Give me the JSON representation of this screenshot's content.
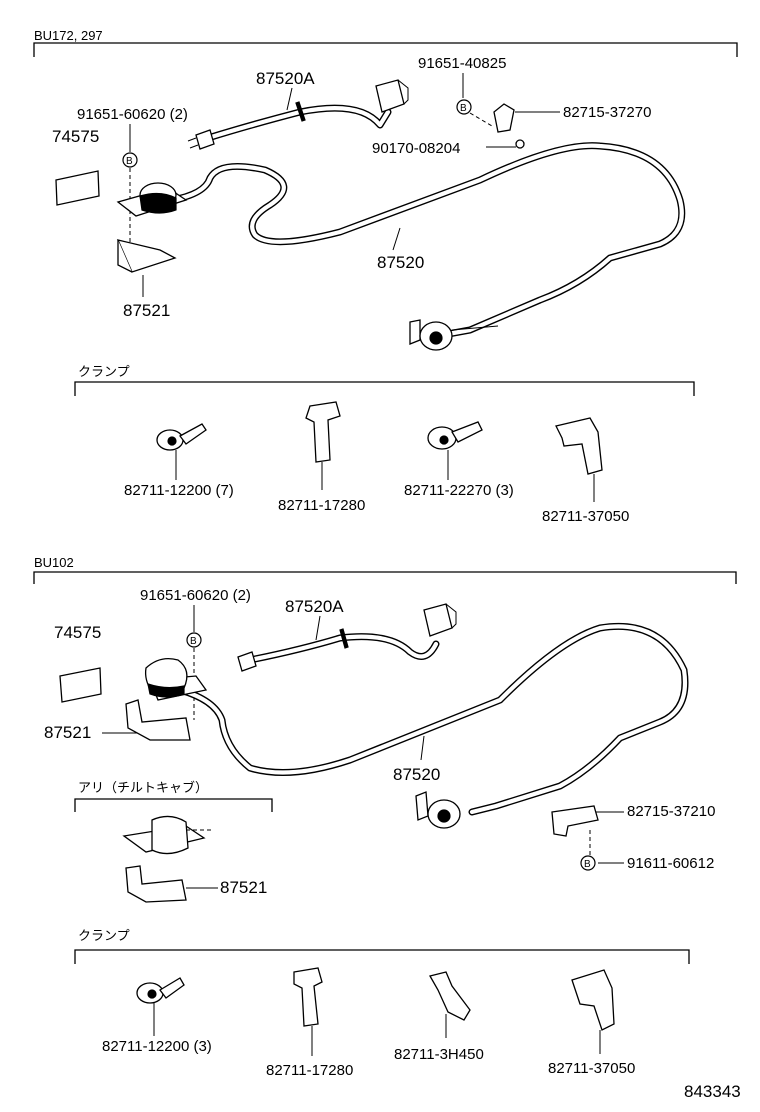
{
  "section_top": {
    "header": "BU172, 297",
    "labels": {
      "cord_a": "87520A",
      "bolt_top": "91651-40825",
      "bracket_right": "82715-37270",
      "bolt_qty": "91651-60620 (2)",
      "nut": "90170-08204",
      "plate": "74575",
      "cable": "87520",
      "bracket_left": "87521",
      "b_mark": "B"
    },
    "clamp_group": {
      "title": "クランプ",
      "items": [
        "82711-12200 (7)",
        "82711-17280",
        "82711-22270 (3)",
        "82711-37050"
      ]
    }
  },
  "section_bottom": {
    "header": "BU102",
    "labels": {
      "bolt_qty": "91651-60620 (2)",
      "cord_a": "87520A",
      "plate": "74575",
      "bracket_left": "87521",
      "cable": "87520",
      "bracket_right": "82715-37210",
      "bolt": "91611-60612",
      "b_mark": "B"
    },
    "option_group": {
      "title": "アリ（チルトキャブ）",
      "label": "87521"
    },
    "clamp_group": {
      "title": "クランプ",
      "items": [
        "82711-12200 (3)",
        "82711-17280",
        "82711-3H450",
        "82711-37050"
      ]
    }
  },
  "diagram_id": "843343"
}
